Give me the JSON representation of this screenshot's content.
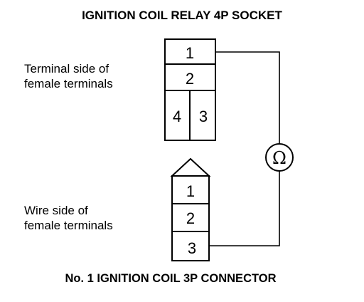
{
  "diagram": {
    "socket_title": "IGNITION COIL RELAY 4P SOCKET",
    "connector_title": "No. 1 IGNITION COIL 3P CONNECTOR",
    "socket_label": [
      "Terminal side of",
      "female terminals"
    ],
    "connector_label": [
      "Wire side of",
      "female terminals"
    ],
    "socket_pins": [
      "1",
      "2",
      "4",
      "3"
    ],
    "connector_pins": [
      "1",
      "2",
      "3"
    ],
    "meter_symbol": "Ω"
  }
}
